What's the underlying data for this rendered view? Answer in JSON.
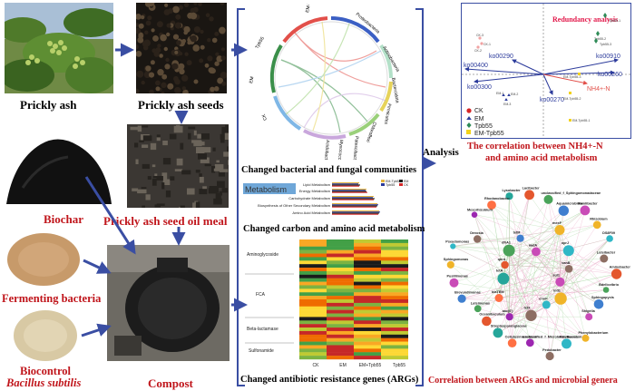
{
  "inputs": {
    "prickly_ash": "Prickly ash",
    "prickly_ash_seeds": "Prickly ash seeds",
    "biochar": "Biochar",
    "seed_oil_meal": "Prickly ash seed oil meal",
    "fermenting_bacteria": "Fermenting bacteria",
    "biocontrol_line1": "Biocontrol",
    "biocontrol_line2": "Bacillus subtilis",
    "compost": "Compost"
  },
  "center": {
    "chord_caption": "Changed bacterial and fungal communities",
    "metab_caption": "Changed carbon and amino acid metabolism",
    "args_caption": "Changed antibiotic resistance genes (ARGs)",
    "chord_labels": [
      "EM-Tpb55",
      "Proteobacteria",
      "Actinobacteria",
      "Bacteroidota",
      "Firmicutes",
      "Chloroflexi",
      "Patescibacteria",
      "Myxococcota",
      "Acidobacteriota",
      "Tpb55",
      "EM",
      "CK"
    ],
    "metab_title": "Metabolism",
    "metab_rows": [
      "Lipid Metabolism",
      "Energy Metabolism",
      "Carbohydrate Metabolism",
      "Biosynthesis of Other Secondary Metabolism",
      "Amino Acid Metabolism"
    ],
    "metab_legend": [
      "EM-Tpb55",
      "Tpb55",
      "EM",
      "CK"
    ],
    "heat_groups": [
      "Aminoglycoside",
      "FCA",
      "Beta-lactamase",
      "Sulfonamide"
    ],
    "heat_cols": [
      "CK",
      "EM",
      "EM+Tpb55",
      "Tpb55"
    ]
  },
  "analysis_label": "Analysis",
  "rda": {
    "title": "Redundancy analysis",
    "vectors": [
      "ko00290",
      "ko00910",
      "ko00400",
      "ko00260",
      "ko00300",
      "ko00270",
      "NH4+-N"
    ],
    "legend": [
      "CK",
      "EM",
      "Tpb55",
      "EM-Tpb55"
    ],
    "legend_colors": [
      "#d62728",
      "#2b3a9b",
      "#2e8b57",
      "#f2d21b"
    ],
    "caption_line1": "The correlation between NH4+-N",
    "caption_line2": "and amino acid metabolism",
    "points": [
      "CK-1",
      "CK-2",
      "CK-3",
      "EM-1",
      "EM-2",
      "EM-3",
      "Tpb55-1",
      "Tpb55-2",
      "Tpb55-3",
      "EM-Tpb55-1",
      "EM-Tpb55-2",
      "EM-Tpb55-3"
    ]
  },
  "network": {
    "caption": "Correlation between ARGs and microbial genera",
    "genera": [
      "Aminobacter",
      "Bdellovibrio",
      "Sphingopyxis",
      "Shigella",
      "Phenylobacterium",
      "Parvibaculum",
      "Pedobacter",
      "unclassified_f_Microbacteriaceae",
      "Cellulosimicrobium",
      "Streptosporangiaceae",
      "Oceanibaculum",
      "Luteimonas",
      "Brevundimonas",
      "Pusillimonas",
      "Sphingomonas",
      "Pseudomonas",
      "Devosia",
      "Mesorhizobium",
      "Rhodanobacter",
      "Lysobacter",
      "Lacibacter",
      "unclassified_f_Sphingomonadaceae",
      "Aquamicrobium",
      "Ramlibacter",
      "Rhizobium",
      "DS8F09",
      "Luteibacter"
    ],
    "args": [
      "sul1",
      "intI1",
      "ermF",
      "tetX",
      "aac(6')",
      "blaTEM",
      "tetA",
      "qnrA",
      "dfrA1",
      "tetM",
      "aadA",
      "mexF",
      "oprJ",
      "vanB"
    ]
  }
}
